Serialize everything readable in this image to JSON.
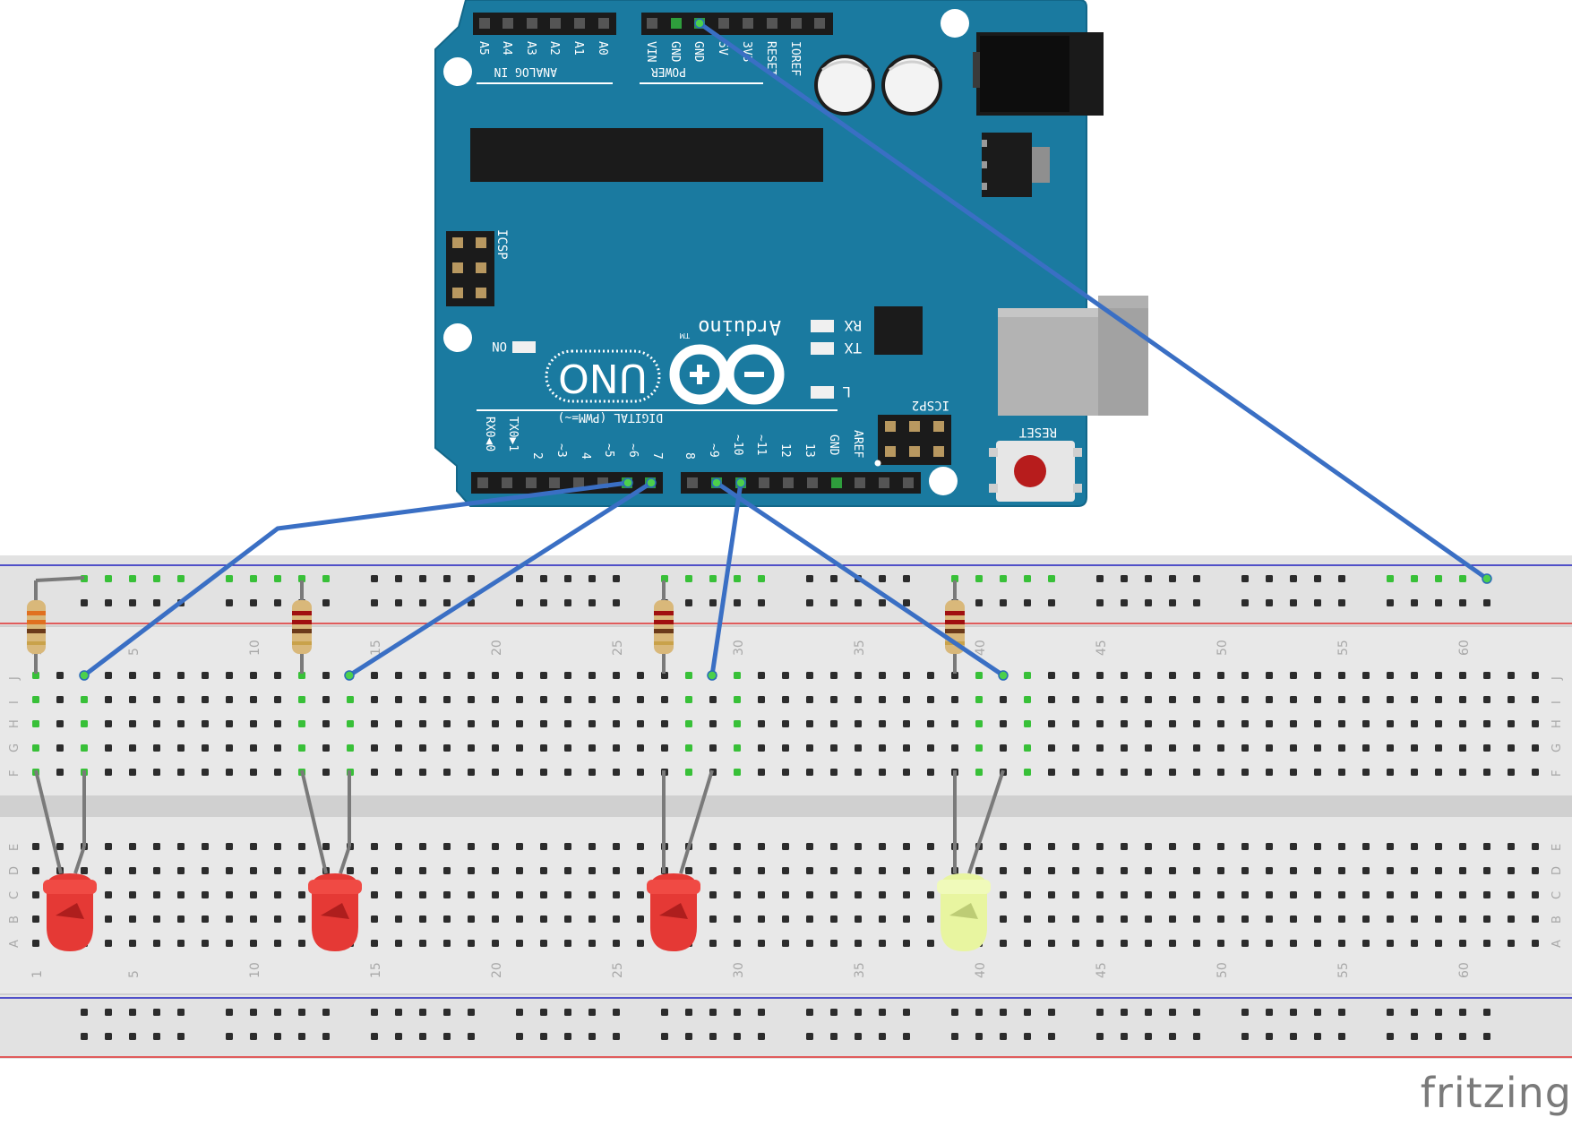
{
  "brand": "fritzing",
  "arduino": {
    "analog_header_label": "ANALOG IN",
    "analog_pins": [
      "A5",
      "A4",
      "A3",
      "A2",
      "A1",
      "A0"
    ],
    "power_header_label": "POWER",
    "power_pins": [
      "VIN",
      "GND",
      "GND",
      "5V",
      "3V3",
      "RESET",
      "IOREF"
    ],
    "brand_label": "Arduino",
    "model_label": "UNO",
    "tm_label": "TM",
    "on_label": "ON",
    "rx_label": "RX",
    "tx_label": "TX",
    "l_label": "L",
    "icsp_label": "ICSP",
    "icsp2_label": "ICSP2",
    "reset_label": "RESET",
    "digital_label": "DIGITAL (PWM=~)",
    "digital_pins_low": [
      "RX0◀0",
      "TX0▶1",
      "2",
      "~3",
      "4",
      "~5",
      "~6",
      "7"
    ],
    "digital_pins_high": [
      "8",
      "~9",
      "~10",
      "~11",
      "12",
      "13",
      "GND",
      "AREF"
    ]
  },
  "breadboard": {
    "column_numbers": [
      "1",
      "5",
      "10",
      "15",
      "20",
      "25",
      "30",
      "35",
      "40",
      "45",
      "50",
      "55",
      "60"
    ],
    "row_letters_top": [
      "J",
      "I",
      "H",
      "G",
      "F"
    ],
    "row_letters_bottom": [
      "E",
      "D",
      "C",
      "B",
      "A"
    ]
  },
  "colors": {
    "board": "#1a7aa0",
    "wire": "#3a6fc4",
    "led_red": "#e53935",
    "led_yellow": "#e8f5a0",
    "breadboard": "#e6e6e6",
    "rail_red": "#e03030",
    "rail_blue": "#2020c0",
    "active_hole": "#38c038"
  }
}
